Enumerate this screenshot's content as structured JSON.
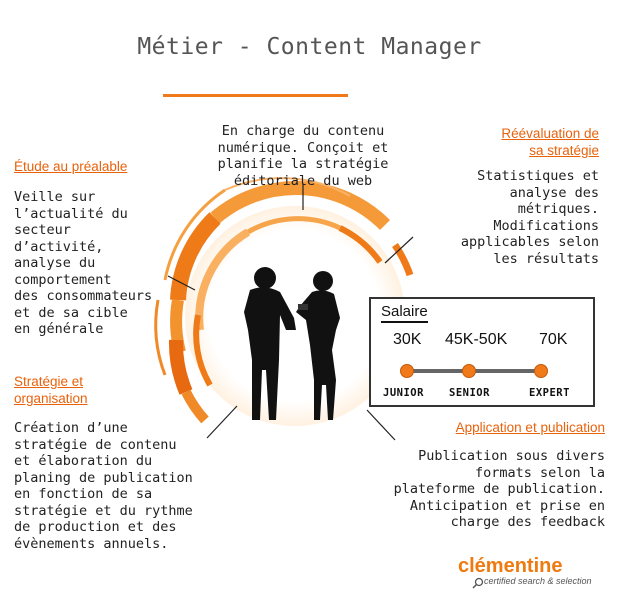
{
  "title": "Métier - Content Manager",
  "top_text": [
    "En charge du contenu",
    "numérique. Conçoit et",
    "planifie la stratégie",
    "éditoriale du web"
  ],
  "left_top": {
    "heading": "Étude au préalable",
    "lines": [
      "Veille sur",
      "l’actualité du",
      "secteur",
      "d’activité,",
      "analyse du",
      "comportement",
      "des consommateurs",
      "et de sa cible",
      "en générale"
    ]
  },
  "left_bottom": {
    "heading_lines": [
      "Stratégie et",
      "organisation"
    ],
    "lines": [
      "Création d’une",
      "stratégie de contenu",
      "et élaboration du",
      "planing de publication",
      "en fonction de sa",
      "stratégie et du rythme",
      "de production et des",
      "évènements annuels."
    ]
  },
  "right_top": {
    "heading_lines": [
      "Réévaluation de",
      "sa stratégie"
    ],
    "lines": [
      "Statistiques et",
      "analyse des",
      "métriques.",
      "Modifications",
      "applicables selon",
      "les résultats"
    ]
  },
  "right_bottom": {
    "heading": "Application et publication",
    "lines": [
      "Publication sous divers",
      "formats selon la",
      "plateforme de publication.",
      "Anticipation et prise en",
      "charge des feedback"
    ]
  },
  "salary": {
    "title": "Salaire",
    "values": [
      "30K",
      "45K-50K",
      "70K"
    ],
    "levels": [
      "JUNIOR",
      "SENIOR",
      "EXPERT"
    ]
  },
  "logo": {
    "name": "clémentine",
    "tagline": "certified search & selection"
  },
  "colors": {
    "accent": "#f07a1a",
    "heading": "#e8620c",
    "ring_dark": "#e8620c",
    "ring_light": "#f9a04a"
  }
}
